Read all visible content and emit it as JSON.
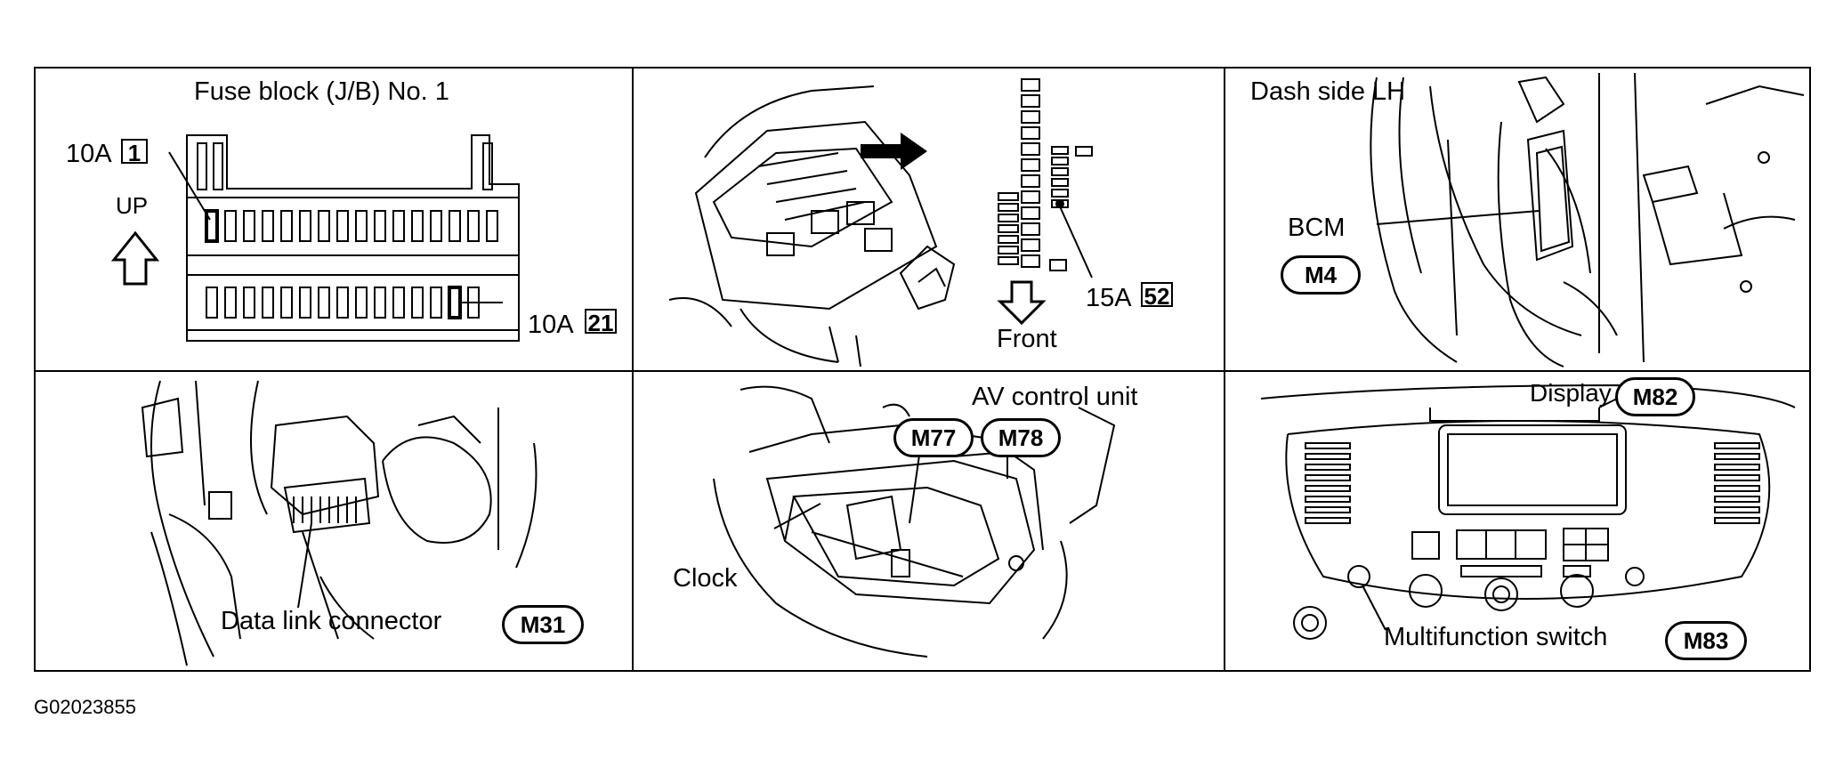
{
  "cells": {
    "fuse_block": {
      "title": "Fuse block (J/B) No. 1",
      "fuse_top_amp": "10A",
      "fuse_top_num": "1",
      "fuse_bottom_amp": "10A",
      "fuse_bottom_num": "21",
      "up_label": "UP"
    },
    "engine_bay": {
      "fuse_amp": "15A",
      "fuse_num": "52",
      "front_label": "Front"
    },
    "dash_side": {
      "title": "Dash side LH",
      "bcm_label": "BCM",
      "connector": "M4"
    },
    "data_link": {
      "label": "Data link connector",
      "connector": "M31"
    },
    "av_control": {
      "title": "AV control unit",
      "connector_a": "M77",
      "connector_b": "M78",
      "clock_label": "Clock"
    },
    "display_panel": {
      "display_label": "Display",
      "display_connector": "M82",
      "switch_label": "Multifunction switch",
      "switch_connector": "M83"
    }
  },
  "figure_code": "G02023855"
}
